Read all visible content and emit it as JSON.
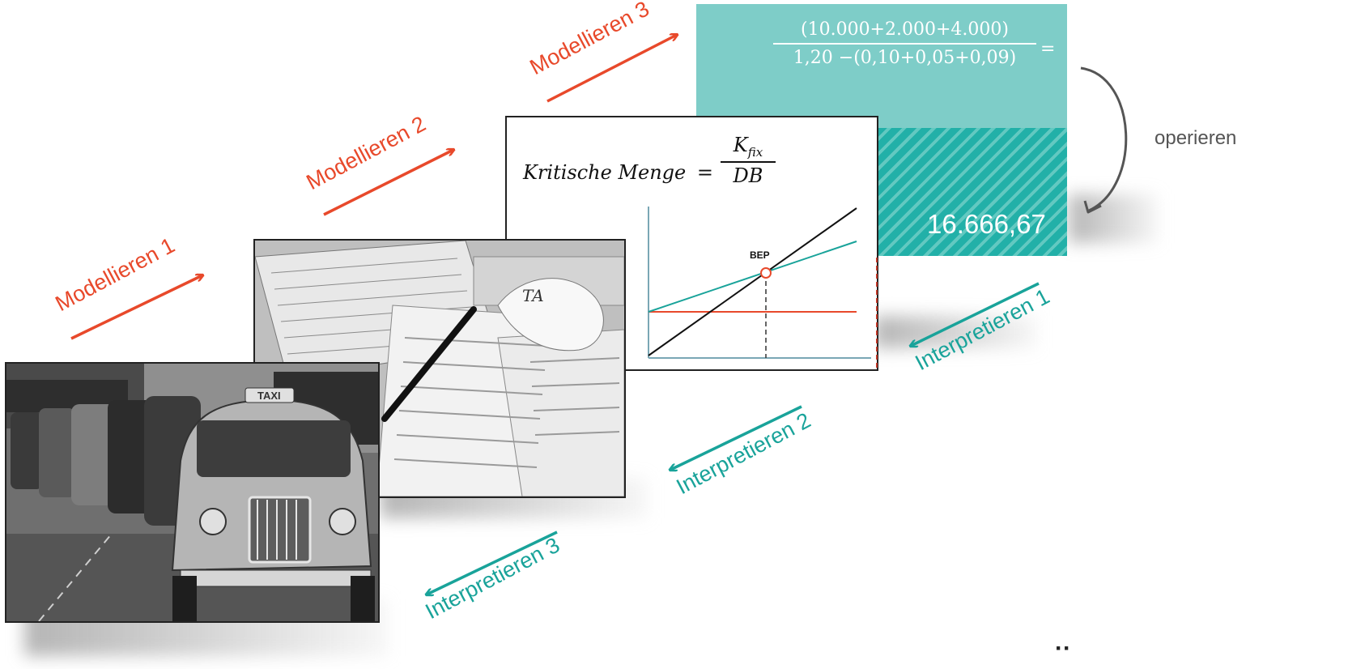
{
  "steps": {
    "modellieren": [
      "Modellieren 1",
      "Modellieren 2",
      "Modellieren 3"
    ],
    "interpretieren": [
      "Interpretieren 1",
      "Interpretieren 2",
      "Interpretieren 3"
    ],
    "operieren": "operieren"
  },
  "calculation": {
    "numerator": "(10.000+2.000+4.000)",
    "denominator": "1,20 −(0,10+0,05+0,09)",
    "equals": "=",
    "result": "16.666,67"
  },
  "formula": {
    "lhs": "Kritische Menge",
    "equals": "=",
    "numerator_base": "K",
    "numerator_sub": "fix",
    "denominator": "DB"
  },
  "chart": {
    "bep_label": "BEP"
  },
  "photos": {
    "taxi_sign": "TAXI",
    "receipt_note": "TA"
  },
  "colors": {
    "red": "#E8492B",
    "teal": "#19A39A",
    "calc_panel": "#7ECDC8",
    "calc_result": "#22B0A8"
  },
  "footer_glyph": "··"
}
